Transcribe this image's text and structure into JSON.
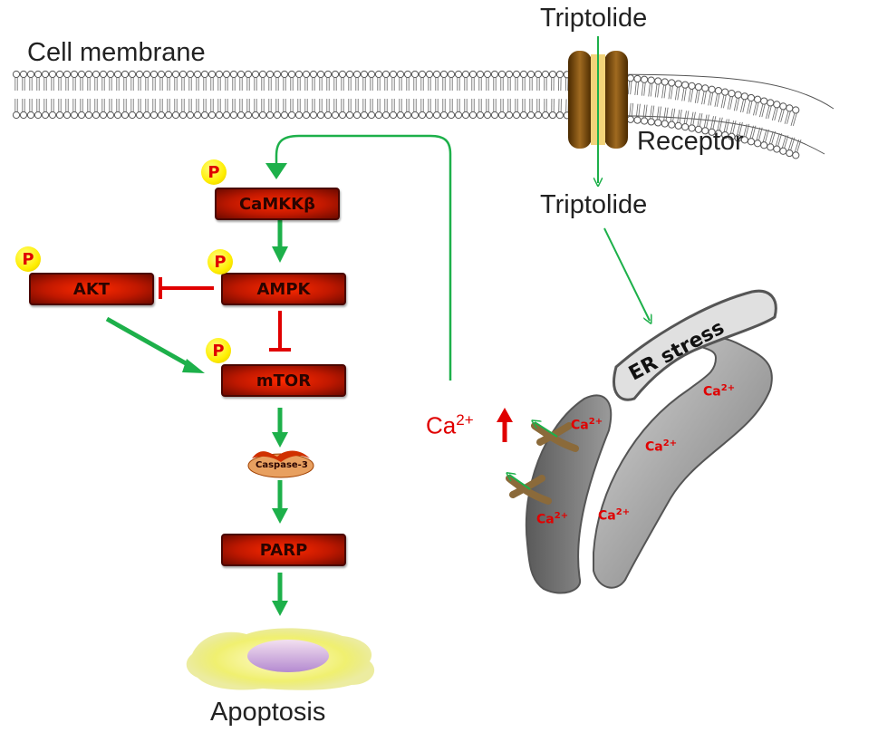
{
  "labels": {
    "cell_membrane": "Cell membrane",
    "triptolide_top": "Triptolide",
    "receptor": "Receptor",
    "triptolide_inner": "Triptolide",
    "er_stress": "ER stress",
    "apoptosis": "Apoptosis",
    "ca_release": "Ca",
    "ca_release_charge": "2+"
  },
  "boxes": {
    "camkkb": "CaMKKβ",
    "ampk": "AMPK",
    "akt": "AKT",
    "mtor": "mTOR",
    "caspase3": "Caspase-3",
    "parp": "PARP"
  },
  "phospho": "P",
  "er_calcium": {
    "symbol": "Ca",
    "charge": "2+"
  },
  "colors": {
    "activation_arrow": "#1db04a",
    "inhibition_bar": "#e00000",
    "signal_line": "#1db04a",
    "box_fill": "#d41a00",
    "phospho_badge": "#ffee00",
    "calcium_text": "#e00000",
    "er_fill": "#9a9a9a"
  },
  "icons": [
    "phospholipid-bilayer",
    "membrane-receptor",
    "endoplasmic-reticulum",
    "calcium-channel",
    "apoptotic-cell"
  ]
}
